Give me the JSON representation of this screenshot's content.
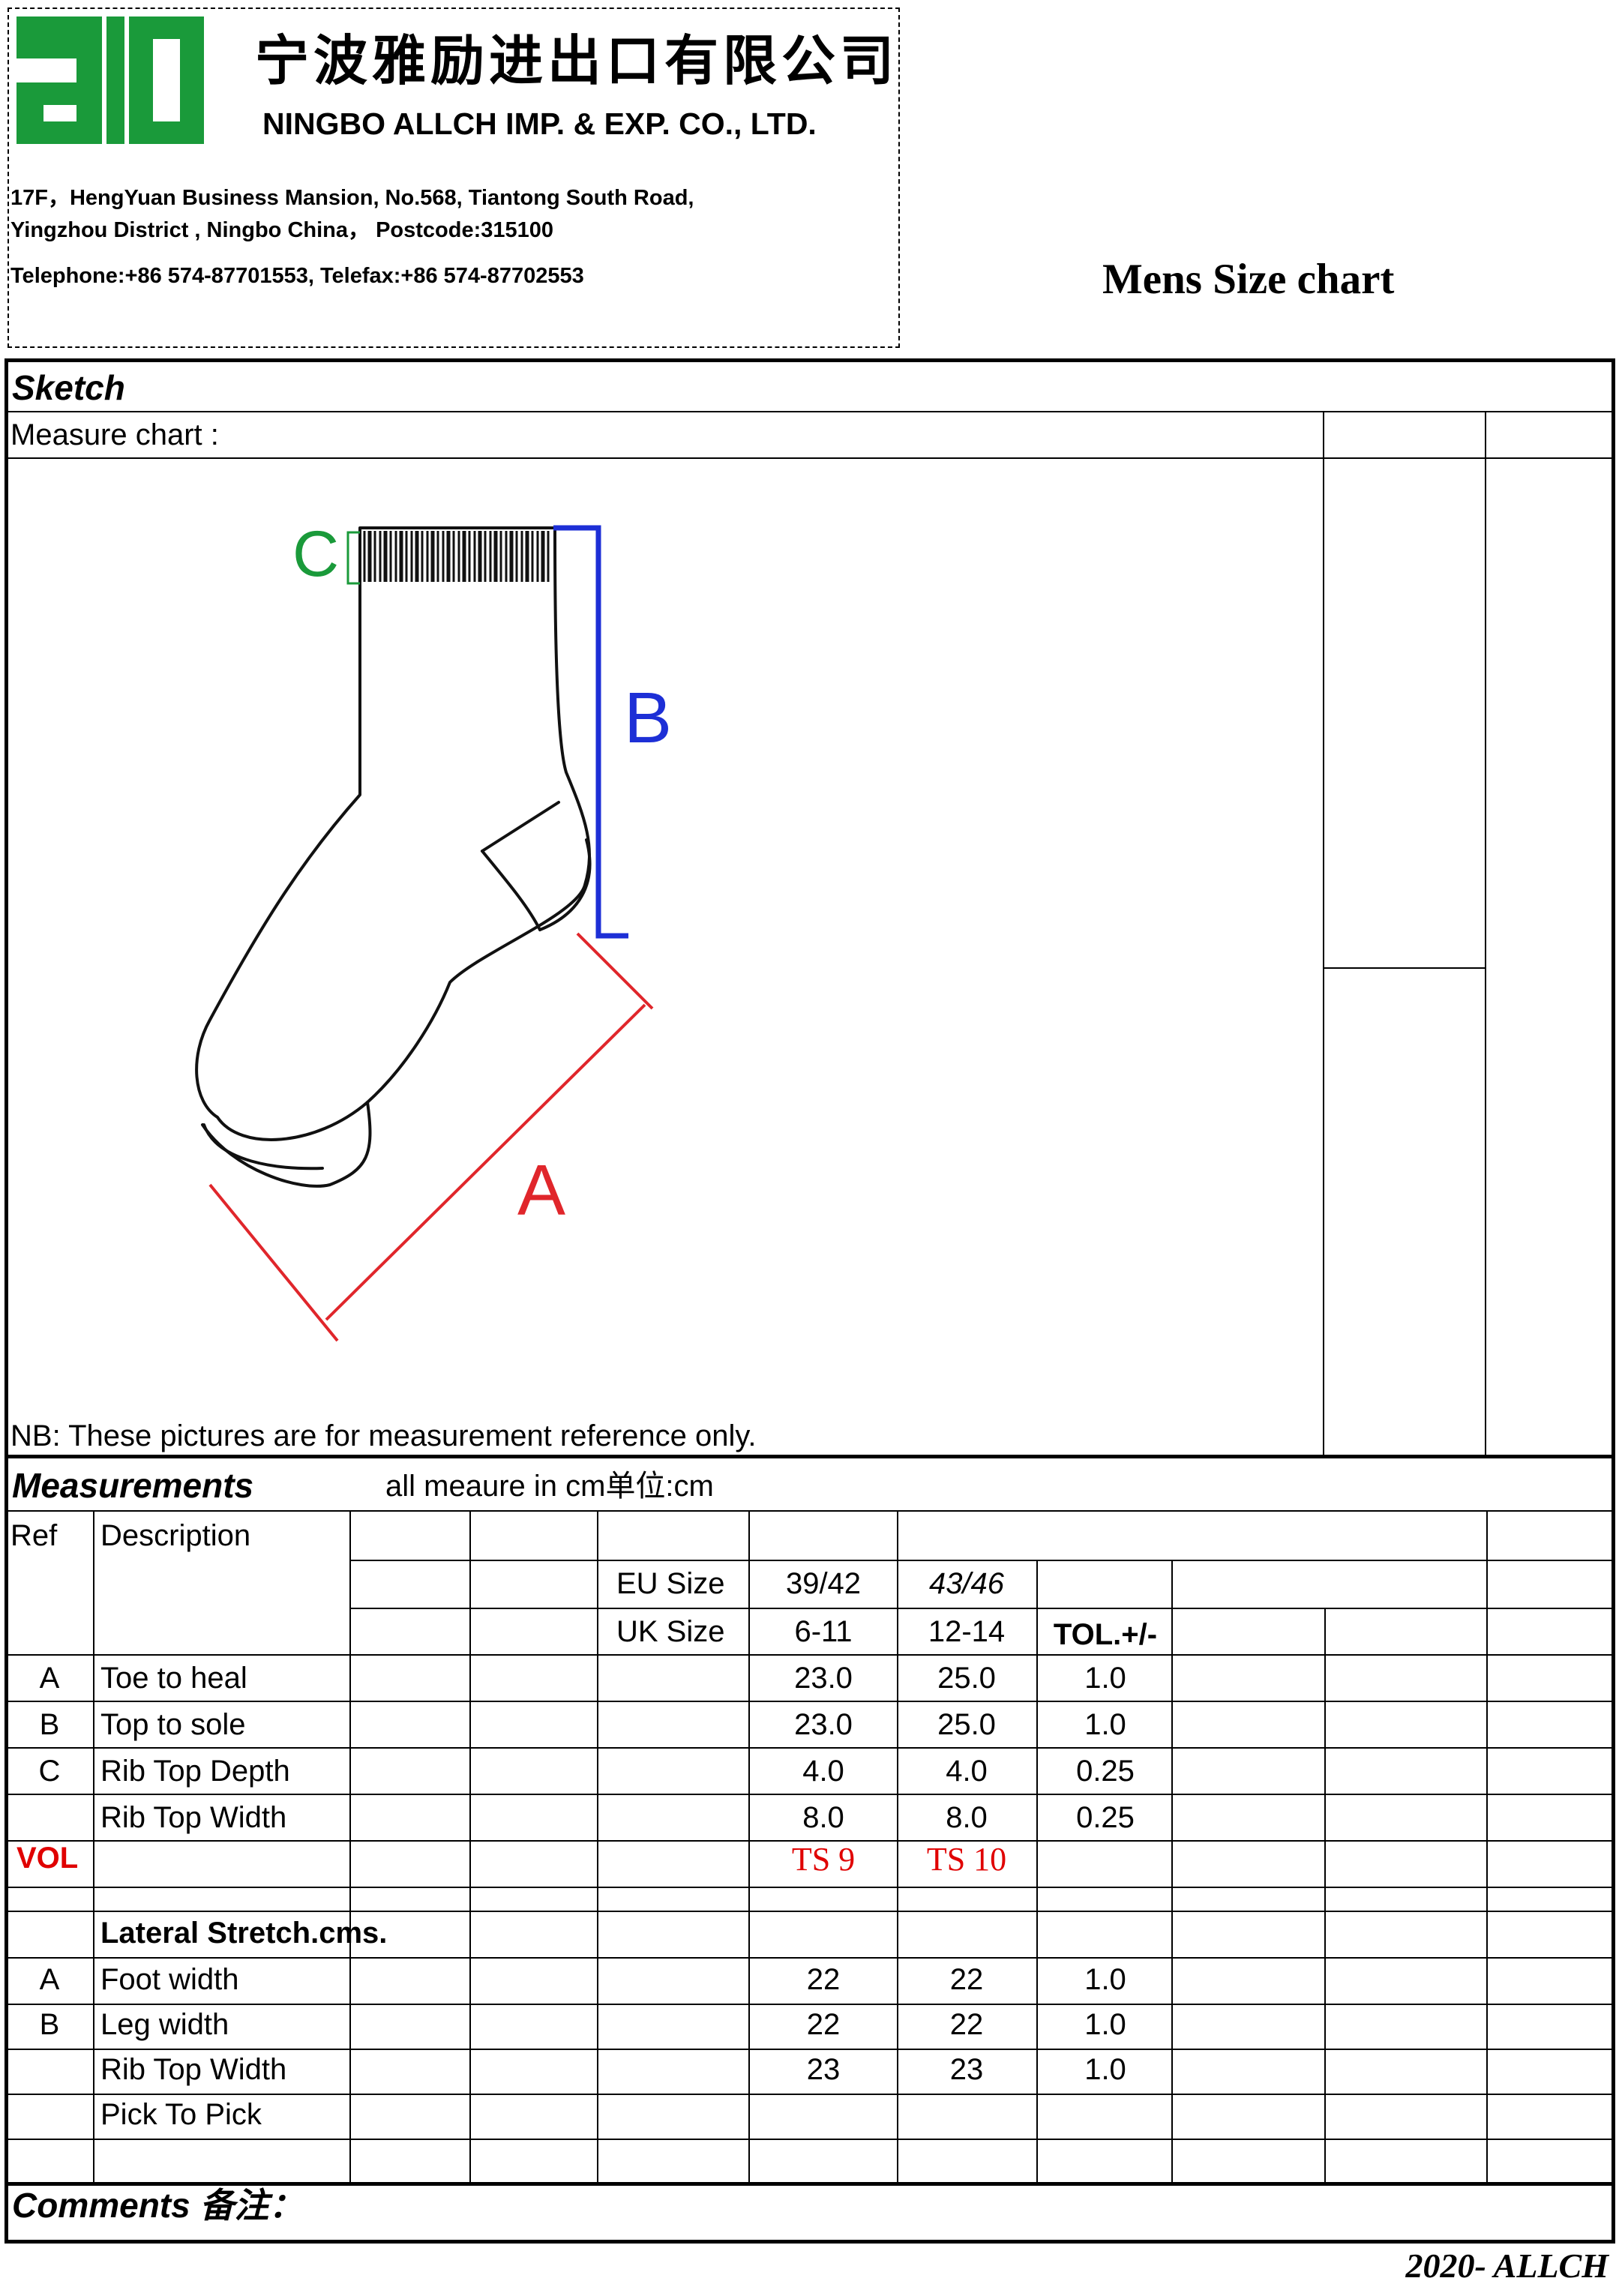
{
  "company": {
    "name_cn": "宁波雅励进出口有限公司",
    "name_en": "NINGBO ALLCH IMP. & EXP. CO., LTD.",
    "address_line1": "17F，HengYuan Business Mansion, No.568, Tiantong South Road,",
    "address_line2": "Yingzhou District , Ningbo China，  Postcode:315100",
    "phone_line": "Telephone:+86 574-87701553, Telefax:+86 574-87702553",
    "logo_color": "#1a9a3a"
  },
  "chart_title": "Mens Size chart",
  "sketch": {
    "section_label": "Sketch",
    "measure_label": "Measure chart :",
    "labels": {
      "a": "A",
      "b": "B",
      "c": "C"
    },
    "note": "NB: These pictures are for measurement reference only.",
    "colors": {
      "a": "#e0262b",
      "b": "#1d2fd6",
      "c": "#1a9a3a"
    }
  },
  "measurements": {
    "section_label": "Measurements",
    "units_note": "all meaure in cm单位:cm",
    "header": {
      "ref": "Ref",
      "description": "Description",
      "eu_label": "EU Size",
      "uk_label": "UK Size",
      "eu_sizes": [
        "39/42",
        "43/46"
      ],
      "uk_sizes": [
        "6-11",
        "12-14"
      ],
      "tol": "TOL.+/-"
    },
    "rows": [
      {
        "ref": "A",
        "desc": "Toe to heal",
        "s1": "23.0",
        "s2": "25.0",
        "tol": "1.0"
      },
      {
        "ref": "B",
        "desc": "Top to sole",
        "s1": "23.0",
        "s2": "25.0",
        "tol": "1.0"
      },
      {
        "ref": "C",
        "desc": "Rib Top Depth",
        "s1": "4.0",
        "s2": "4.0",
        "tol": "0.25"
      },
      {
        "ref": "",
        "desc": "Rib Top Width",
        "s1": "8.0",
        "s2": "8.0",
        "tol": "0.25"
      }
    ],
    "vol": {
      "label": "VOL",
      "s1": "TS  9",
      "s2": "TS  10"
    },
    "lateral_title": "Lateral Stretch.cms.",
    "lateral_rows": [
      {
        "ref": "A",
        "desc": "Foot width",
        "s1": "22",
        "s2": "22",
        "tol": "1.0"
      },
      {
        "ref": "B",
        "desc": "Leg width",
        "s1": "22",
        "s2": "22",
        "tol": "1.0"
      },
      {
        "ref": "",
        "desc": "Rib Top Width",
        "s1": "23",
        "s2": "23",
        "tol": "1.0"
      },
      {
        "ref": "",
        "desc": "Pick To Pick",
        "s1": "",
        "s2": "",
        "tol": ""
      }
    ]
  },
  "comments_label": "Comments 备注：",
  "footer": "2020- ALLCH"
}
